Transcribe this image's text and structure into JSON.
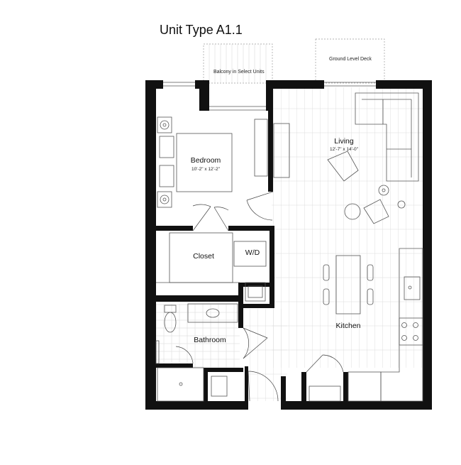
{
  "title": "Unit Type A1.1",
  "annotations": {
    "balcony": "Balcony in Select Units",
    "deck": "Ground Level Deck"
  },
  "rooms": {
    "bedroom": {
      "name": "Bedroom",
      "dims": "10'-2\" x 12'-2\""
    },
    "living": {
      "name": "Living",
      "dims": "12'-7\" x 14'-0\""
    },
    "closet": {
      "name": "Closet"
    },
    "wd": {
      "name": "W/D"
    },
    "bathroom": {
      "name": "Bathroom"
    },
    "kitchen": {
      "name": "Kitchen"
    }
  },
  "colors": {
    "wall": "#111111",
    "line": "#555555",
    "floor": "#c8c8c8"
  }
}
